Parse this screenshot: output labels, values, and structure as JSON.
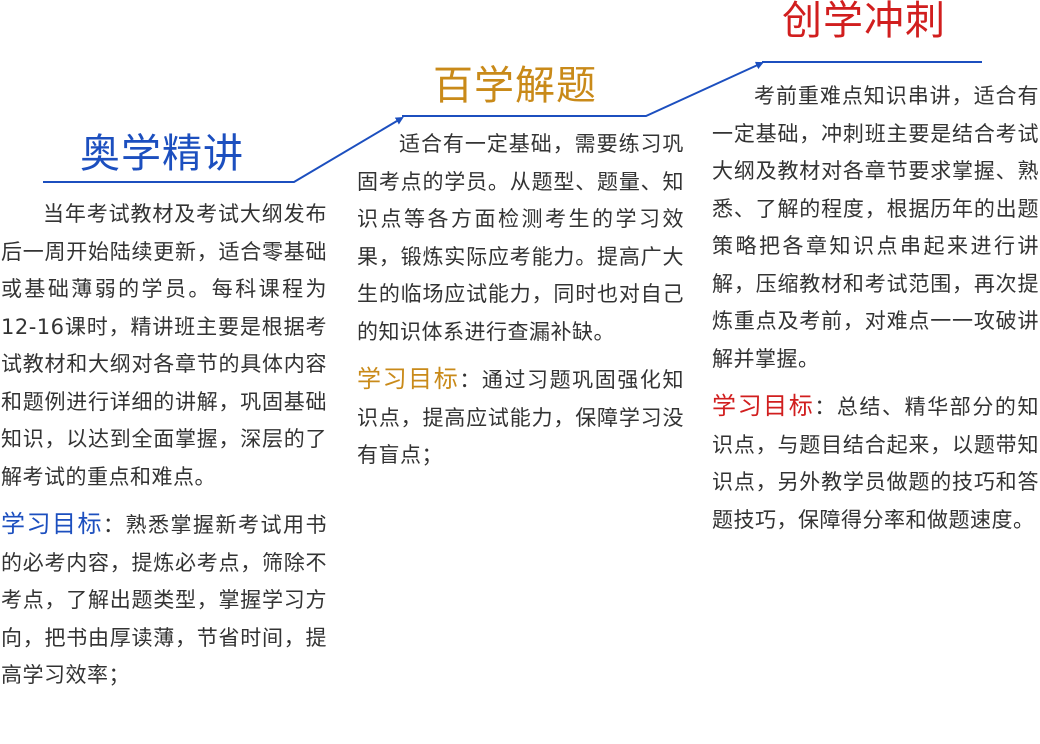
{
  "stages": [
    {
      "title": "奥学精讲",
      "intro": "当年考试教材及考试大纲发布后一周开始陆续更新，适合零基础或基础薄弱的学员。每科课程为12-16课时，精讲班主要是根据考试教材和大纲对各章节的具体内容和题例进行详细的讲解，巩固基础知识，以达到全面掌握，深层的了解考试的重点和难点。",
      "goal_label": "学习目标",
      "goal_text": "：熟悉掌握新考试用书的必考内容，提炼必考点，筛除不考点，了解出题类型，掌握学习方向，把书由厚读薄，节省时间，提高学习效率；",
      "title_color": "#1c4fbf",
      "goal_color": "#1c4fbf"
    },
    {
      "title": "百学解题",
      "intro": "适合有一定基础，需要练习巩固考点的学员。从题型、题量、知识点等各方面检测考生的学习效果，锻炼实际应考能力。提高广大生的临场应试能力，同时也对自己的知识体系进行查漏补缺。",
      "goal_label": "学习目标",
      "goal_text": "：通过习题巩固强化知识点，提高应试能力，保障学习没有盲点；",
      "title_color": "#c98a19",
      "goal_color": "#c98a19"
    },
    {
      "title": "创学冲刺",
      "intro": "考前重难点知识串讲，适合有一定基础，冲刺班主要是结合考试大纲及教材对各章节要求掌握、熟悉、了解的程度，根据历年的出题策略把各章知识点串起来进行讲解，压缩教材和考试范围，再次提炼重点及考前，对难点一一攻破讲解并掌握。",
      "goal_label": "学习目标",
      "goal_text": "：总结、精华部分的知识点，与题目结合起来，以题带知识点，另外教学员做题的技巧和答题技巧，保障得分率和做题速度。",
      "title_color": "#d11e1e",
      "goal_color": "#d11e1e"
    }
  ],
  "connector_color": "#1c4fbf"
}
